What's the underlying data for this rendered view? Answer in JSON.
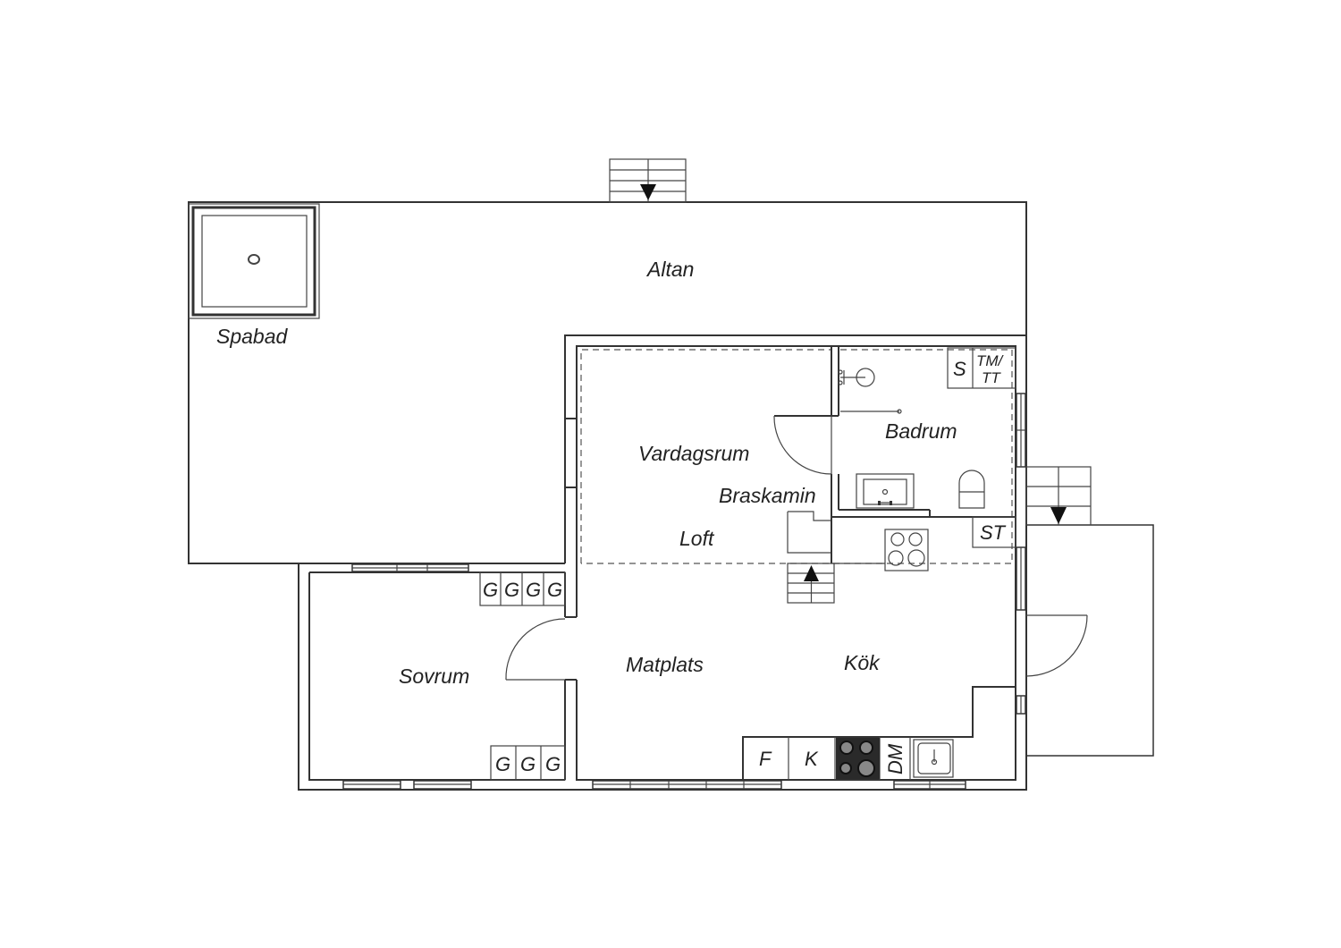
{
  "rooms": {
    "altan": "Altan",
    "spabad": "Spabad",
    "vardagsrum": "Vardagsrum",
    "badrum": "Badrum",
    "braskamin": "Braskamin",
    "loft": "Loft",
    "sovrum": "Sovrum",
    "matplats": "Matplats",
    "kok": "Kök"
  },
  "fixtures": {
    "s": "S",
    "tm": "TM/",
    "tt": "TT",
    "st": "ST",
    "g": "G",
    "f": "F",
    "k": "K",
    "dm": "DM"
  },
  "colors": {
    "line": "#333333",
    "stove": "#2a2a2a",
    "background": "#ffffff"
  }
}
